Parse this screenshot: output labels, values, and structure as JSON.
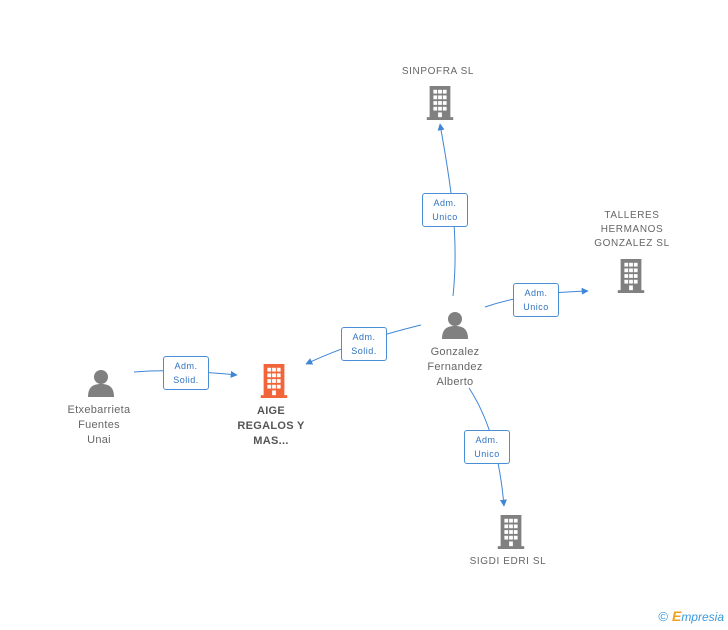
{
  "colors": {
    "edge": "#3f86d6",
    "icon_gray": "#808080",
    "icon_focus": "#f2643a"
  },
  "nodes": {
    "sinpofra": {
      "label": "SINPOFRA  SL",
      "type": "company"
    },
    "talleres": {
      "label": "TALLERES\nHERMANOS\nGONZALEZ  SL",
      "type": "company"
    },
    "gonzalez": {
      "label": "Gonzalez\nFernandez\nAlberto",
      "type": "person"
    },
    "aige": {
      "label": "AIGE\nREGALOS Y\nMAS...",
      "type": "company-focus"
    },
    "etxebarrieta": {
      "label": "Etxebarrieta\nFuentes\nUnai",
      "type": "person"
    },
    "sigdi": {
      "label": "SIGDI EDRI SL",
      "type": "company"
    }
  },
  "edges": {
    "to_sinpofra": "Adm.\nUnico",
    "to_talleres": "Adm.\nUnico",
    "to_aige_from_gonzalez": "Adm.\nSolid.",
    "to_aige_from_etxebarrieta": "Adm.\nSolid.",
    "to_sigdi": "Adm.\nUnico"
  },
  "footer": {
    "copyright_symbol": "©",
    "brand_first": "E",
    "brand_rest": "mpresia"
  }
}
